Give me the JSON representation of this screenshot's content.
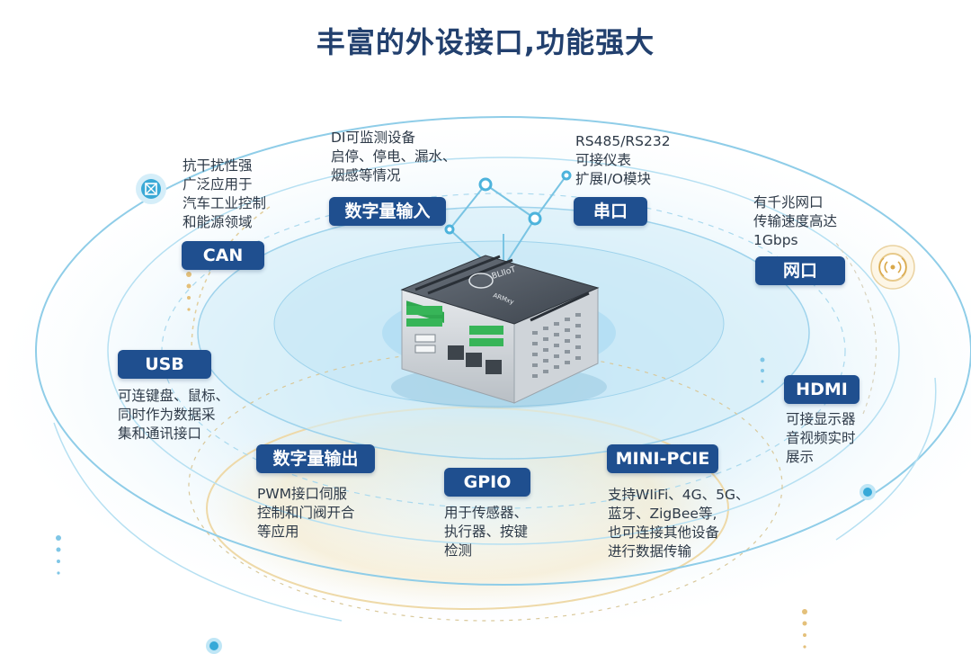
{
  "title": "丰富的外设接口,功能强大",
  "features": {
    "di": {
      "label": "数字量输入",
      "desc": [
        "DI可监测设备",
        "启停、停电、漏水、",
        "烟感等情况"
      ]
    },
    "serial": {
      "label": "串口",
      "desc": [
        "RS485/RS232",
        "可接仪表",
        "扩展I/O模块"
      ]
    },
    "can": {
      "label": "CAN",
      "desc": [
        "抗干扰性强",
        "广泛应用于",
        "汽车工业控制",
        "和能源领域"
      ]
    },
    "net": {
      "label": "网口",
      "desc": [
        "有千兆网口",
        "传输速度高达",
        "1Gbps"
      ]
    },
    "usb": {
      "label": "USB",
      "desc": [
        "可连键盘、鼠标、",
        "同时作为数据采",
        "集和通讯接口"
      ]
    },
    "hdmi": {
      "label": "HDMI",
      "desc": [
        "可接显示器",
        "音视频实时",
        "展示"
      ]
    },
    "do": {
      "label": "数字量输出",
      "desc": [
        "PWM接口伺服",
        "控制和门阀开合",
        "等应用"
      ]
    },
    "gpio": {
      "label": "GPIO",
      "desc": [
        "用于传感器、",
        "执行器、按键",
        "检测"
      ]
    },
    "pcie": {
      "label": "MINI-PCIE",
      "desc": [
        "支持WIiFi、4G、5G、",
        "蓝牙、ZigBee等,",
        "也可连接其他设备",
        "进行数据传输"
      ]
    }
  },
  "device": {
    "brand": "BLIIoT",
    "model": "ARMxy"
  },
  "icons": [
    "can-bus-icon",
    "wireless-signal-icon"
  ],
  "colors": {
    "badge": "#1f4f8f",
    "title": "#22406e",
    "ring": "#7fc6e6",
    "gold": "#e8c98a"
  }
}
